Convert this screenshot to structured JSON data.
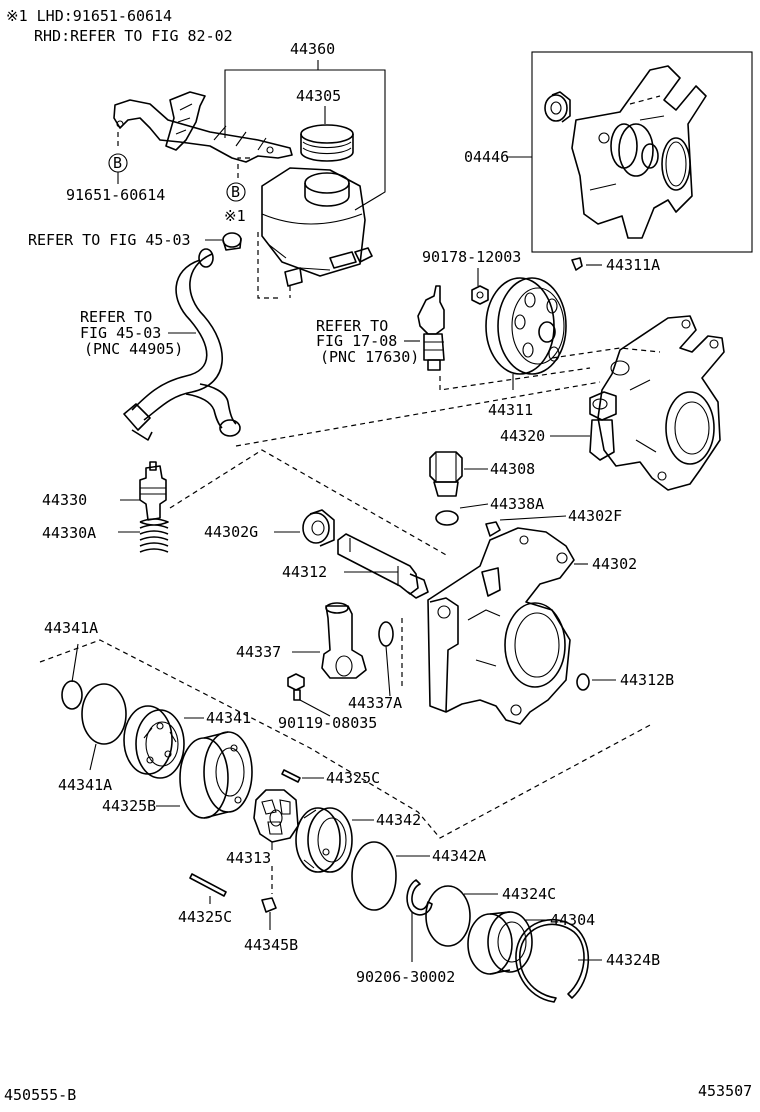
{
  "notes": {
    "line1": "※1 LHD:91651-60614",
    "line2": "RHD:REFER TO FIG 82-02"
  },
  "labels": {
    "p44360": "44360",
    "p44305": "44305",
    "p04446": "04446",
    "pB1": "B",
    "p91651": "91651-60614",
    "pB2": "B",
    "pStar1": "※1",
    "ref4503a": "REFER TO FIG 45-03",
    "ref4503b_1": "REFER TO",
    "ref4503b_2": "FIG 45-03",
    "ref4503b_3": "(PNC 44905)",
    "p90178": "90178-12003",
    "p44311A": "44311A",
    "ref1708_1": "REFER TO",
    "ref1708_2": "FIG 17-08",
    "ref1708_3": "(PNC 17630)",
    "p44311": "44311",
    "p44320": "44320",
    "p44308": "44308",
    "p44330": "44330",
    "p44330A": "44330A",
    "p44338A": "44338A",
    "p44302F": "44302F",
    "p44302G": "44302G",
    "p44302": "44302",
    "p44312": "44312",
    "p44341A_top": "44341A",
    "p44337": "44337",
    "p44337A": "44337A",
    "p44312B": "44312B",
    "p90119": "90119-08035",
    "p44341": "44341",
    "p44341A_bot": "44341A",
    "p44325C_top": "44325C",
    "p44325B": "44325B",
    "p44342": "44342",
    "p44313": "44313",
    "p44342A": "44342A",
    "p44325C_bot": "44325C",
    "p44324C": "44324C",
    "p44304": "44304",
    "p44345B": "44345B",
    "p90206": "90206-30002",
    "p44324B": "44324B"
  },
  "footer": {
    "left": "450555-B",
    "right": "453507"
  }
}
